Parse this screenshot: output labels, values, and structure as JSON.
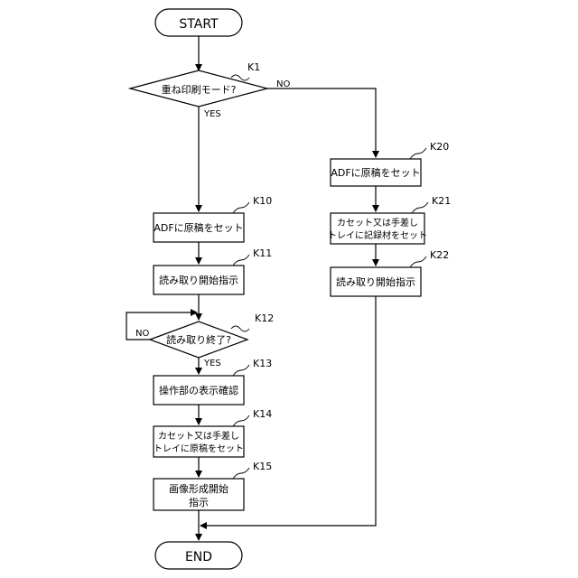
{
  "terminals": {
    "start": "START",
    "end": "END"
  },
  "decisions": {
    "k1": {
      "step": "K1",
      "label": "重ね印刷モード?",
      "yes": "YES",
      "no": "NO"
    },
    "k12": {
      "step": "K12",
      "label": "読み取り終了?",
      "yes": "YES",
      "no": "NO"
    }
  },
  "steps": {
    "k10": {
      "step": "K10",
      "lines": [
        "ADFに原稿をセット"
      ]
    },
    "k11": {
      "step": "K11",
      "lines": [
        "読み取り開始指示"
      ]
    },
    "k13": {
      "step": "K13",
      "lines": [
        "操作部の表示確認"
      ]
    },
    "k14": {
      "step": "K14",
      "lines": [
        "カセット又は手差し",
        "トレイに原稿をセット"
      ]
    },
    "k15": {
      "step": "K15",
      "lines": [
        "画像形成開始",
        "指示"
      ]
    },
    "k20": {
      "step": "K20",
      "lines": [
        "ADFに原稿をセット"
      ]
    },
    "k21": {
      "step": "K21",
      "lines": [
        "カセット又は手差し",
        "トレイに記録材をセット"
      ]
    },
    "k22": {
      "step": "K22",
      "lines": [
        "読み取り開始指示"
      ]
    }
  }
}
